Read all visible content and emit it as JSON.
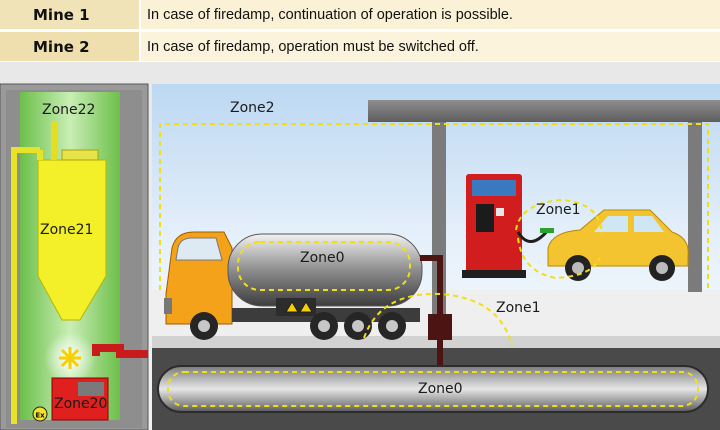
{
  "table": {
    "rows": [
      {
        "label": "Mine 1",
        "text": "In case of firedamp, continuation of operation is possible."
      },
      {
        "label": "Mine 2",
        "text": "In case of firedamp, operation must be switched off."
      }
    ]
  },
  "silo": {
    "zone_top": "Zone22",
    "zone_mid": "Zone21",
    "zone_bottom": "Zone20",
    "ex_mark": "Ex"
  },
  "station": {
    "zone_outer": "Zone2",
    "zone_tank": "Zone0",
    "zone_car": "Zone1",
    "zone_ground": "Zone1",
    "zone_underground": "Zone0"
  },
  "colors": {
    "silo_yellow": "#f3f02a",
    "silo_green": "#8bd06a",
    "truck_orange": "#f3a21a",
    "car_yellow": "#f4c430",
    "zone_dash": "#f0e012",
    "pump_red": "#d51c1c"
  }
}
